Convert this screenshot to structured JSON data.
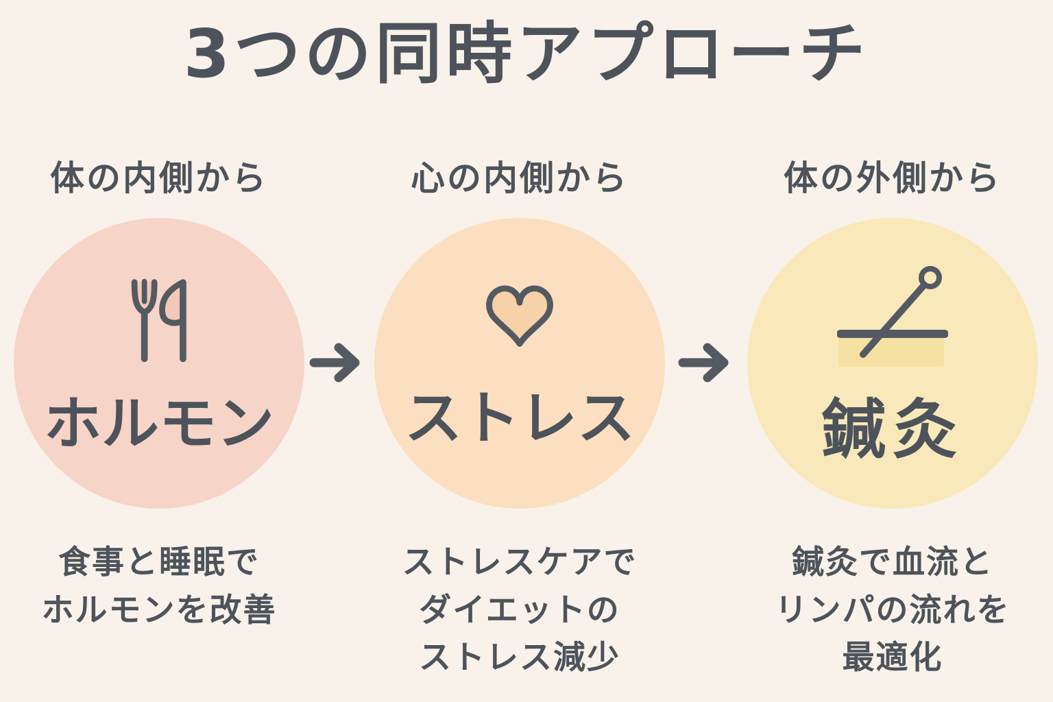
{
  "title": "3つの同時アプローチ",
  "colors": {
    "background": "#f8f2ea",
    "text": "#4d535a",
    "icon_stroke": "#545a62",
    "arrow": "#545a62",
    "circle_hormone": "#f7d4c8",
    "circle_stress": "#fbdfc0",
    "circle_acupuncture": "#f9e9ba",
    "fork_knife_fill": "#f2c8b8",
    "heart_fill": "#f7d1a8",
    "needle_skin_band": "#f5e1a1"
  },
  "steps": [
    {
      "label": "体の内側から",
      "icon": "fork-knife-icon",
      "circle_text": "ホルモン",
      "circle_color": "#f7d4c8",
      "caption_lines": [
        "食事と睡眠で",
        "ホルモンを改善"
      ]
    },
    {
      "label": "心の内側から",
      "icon": "heart-icon",
      "circle_text": "ストレス",
      "circle_color": "#fbdfc0",
      "caption_lines": [
        "ストレスケアで",
        "ダイエットの",
        "ストレス減少"
      ]
    },
    {
      "label": "体の外側から",
      "icon": "acupuncture-needle-icon",
      "circle_text": "鍼灸",
      "circle_color": "#f9e9ba",
      "caption_lines": [
        "鍼灸で血流と",
        "リンパの流れを",
        "最適化"
      ]
    }
  ]
}
